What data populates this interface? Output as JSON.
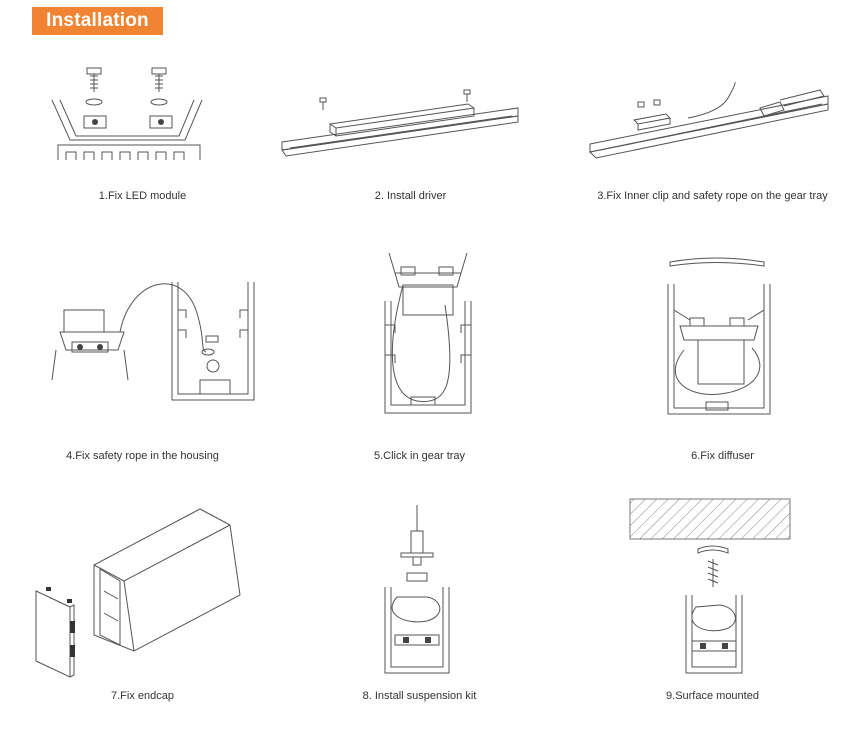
{
  "header": {
    "title": "Installation"
  },
  "steps": [
    {
      "caption": "1.Fix LED module"
    },
    {
      "caption": "2. Install driver"
    },
    {
      "caption": "3.Fix Inner clip and safety rope on the gear tray"
    },
    {
      "caption": "4.Fix safety rope in the housing"
    },
    {
      "caption": "5.Click in gear tray"
    },
    {
      "caption": "6.Fix diffuser"
    },
    {
      "caption": "7.Fix endcap"
    },
    {
      "caption": "8. Install suspension kit"
    },
    {
      "caption": "9.Surface mounted"
    }
  ],
  "colors": {
    "accent": "#f08432",
    "line": "#555555"
  }
}
